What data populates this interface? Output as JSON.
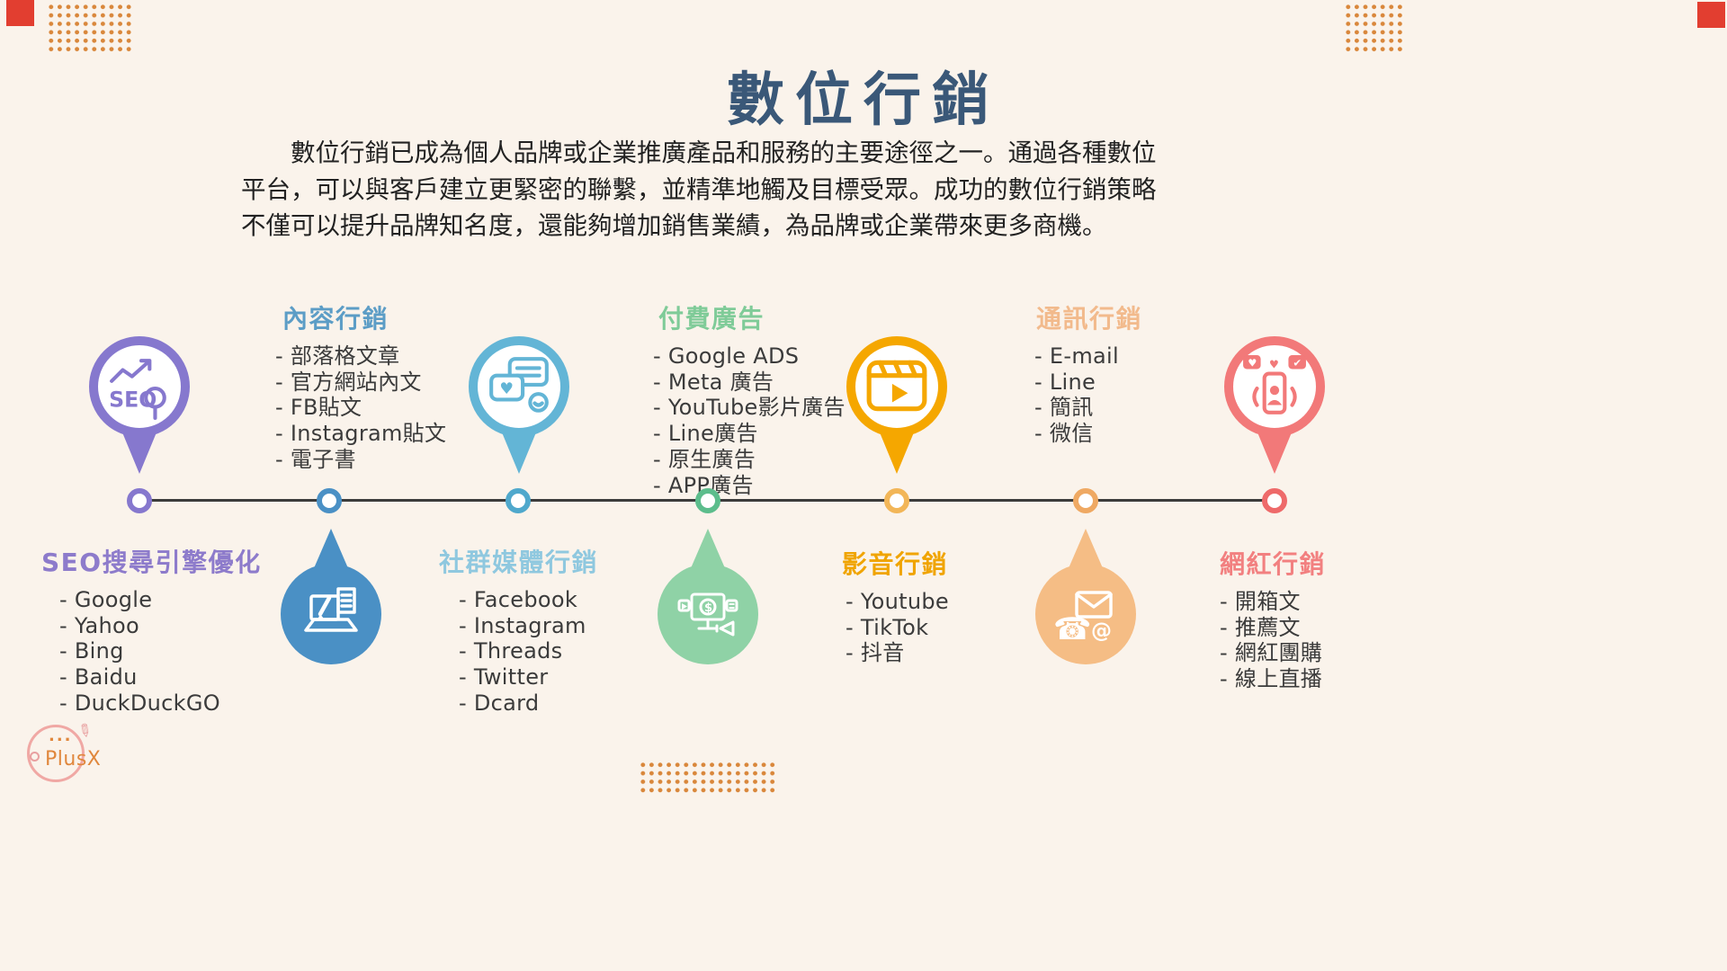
{
  "page": {
    "title": "數位行銷",
    "intro_lines": [
      "數位行銷已成為個人品牌或企業推廣產品和服務的主要途徑之一。通過各種數位",
      "平台，可以與客戶建立更緊密的聯繫，並精準地觸及目標受眾。成功的數位行銷策略",
      "不僅可以提升品牌知名度，還能夠增加銷售業績，為品牌或企業帶來更多商機。"
    ]
  },
  "colors": {
    "background": "#FAF3EB",
    "title": "#3A5878",
    "body_text": "#222222",
    "timeline": "#3C3C3C",
    "decor_dots": "#D9873B",
    "corner_square": "#E23E30"
  },
  "categories": [
    {
      "heading": "SEO搜尋引擎優化",
      "color": "#8678CE",
      "heading_color": "#8D7BCB",
      "icon": "seo-magnifier-icon",
      "placement": "icon-above-text-below",
      "items": [
        "- Google",
        "- Yahoo",
        "- Bing",
        "- Baidu",
        "- DuckDuckGO"
      ]
    },
    {
      "heading": "內容行銷",
      "color": "#4A90C5",
      "heading_color": "#5C9DC6",
      "icon": "laptop-writing-icon",
      "placement": "text-above-icon-below",
      "items": [
        "- 部落格文章",
        "- 官方網站內文",
        "- FB貼文",
        "- Instagram貼文",
        "- 電子書"
      ]
    },
    {
      "heading": "社群媒體行銷",
      "color": "#63B5D6",
      "heading_color": "#8FC8DF",
      "icon": "chat-bubbles-icon",
      "placement": "icon-above-text-below",
      "items": [
        "- Facebook",
        "- Instagram",
        "- Threads",
        "- Twitter",
        "- Dcard"
      ]
    },
    {
      "heading": "付費廣告",
      "color": "#8FD2A6",
      "heading_color": "#7FCB98",
      "icon": "ads-monitor-icon",
      "placement": "text-above-icon-below",
      "items": [
        "- Google ADS",
        "- Meta 廣告",
        "- YouTube影片廣告",
        "- Line廣告",
        "- 原生廣告",
        "- APP廣告"
      ]
    },
    {
      "heading": "影音行銷",
      "color": "#F5A700",
      "heading_color": "#F0A400",
      "icon": "video-clapper-icon",
      "placement": "icon-above-text-below",
      "items": [
        "- Youtube",
        "- TikTok",
        "- 抖音"
      ]
    },
    {
      "heading": "通訊行銷",
      "color": "#F5BD85",
      "heading_color": "#F2BA8C",
      "icon": "phone-mail-icon",
      "placement": "text-above-icon-below",
      "items": [
        "- E-mail",
        "- Line",
        "- 簡訊",
        "- 微信"
      ]
    },
    {
      "heading": "網紅行銷",
      "color": "#F27979",
      "heading_color": "#F28080",
      "icon": "influencer-phone-icon",
      "placement": "icon-above-text-below",
      "items": [
        "- 開箱文",
        "- 推薦文",
        "- 網紅團購",
        "- 線上直播"
      ]
    }
  ],
  "icons": {
    "seo": "SEO",
    "heart": "♥",
    "check": "✔",
    "typing_dots": "…",
    "dollar": "$",
    "at": "@",
    "phone": "☎"
  },
  "logo": {
    "text": "PlusX",
    "ellipsis": "...",
    "pencil_glyph": "✎"
  }
}
